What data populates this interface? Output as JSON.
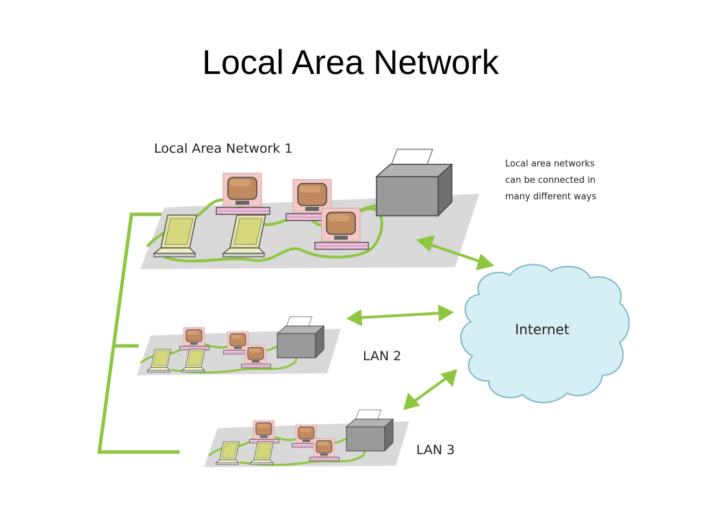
{
  "slide": {
    "title": "Local Area Network"
  },
  "diagram": {
    "lan1_label": "Local Area Network 1",
    "lan2_label": "LAN 2",
    "lan3_label": "LAN 3",
    "internet_label": "Internet",
    "note_lines": [
      "Local area networks",
      "can be connected in",
      "many different ways"
    ]
  },
  "colors": {
    "cable": "#8dc63f",
    "platform": "#d9d9d9",
    "laptop": "#e3e6a0",
    "monitor_frame": "#f3c8c8",
    "screen": "#c08a5f",
    "printer": "#9a9a9a",
    "cloud_fill": "#d6eff4",
    "cloud_stroke": "#7fb9c9"
  },
  "icons": [
    "laptop-icon",
    "desktop-computer-icon",
    "printer-icon",
    "internet-cloud-icon"
  ]
}
